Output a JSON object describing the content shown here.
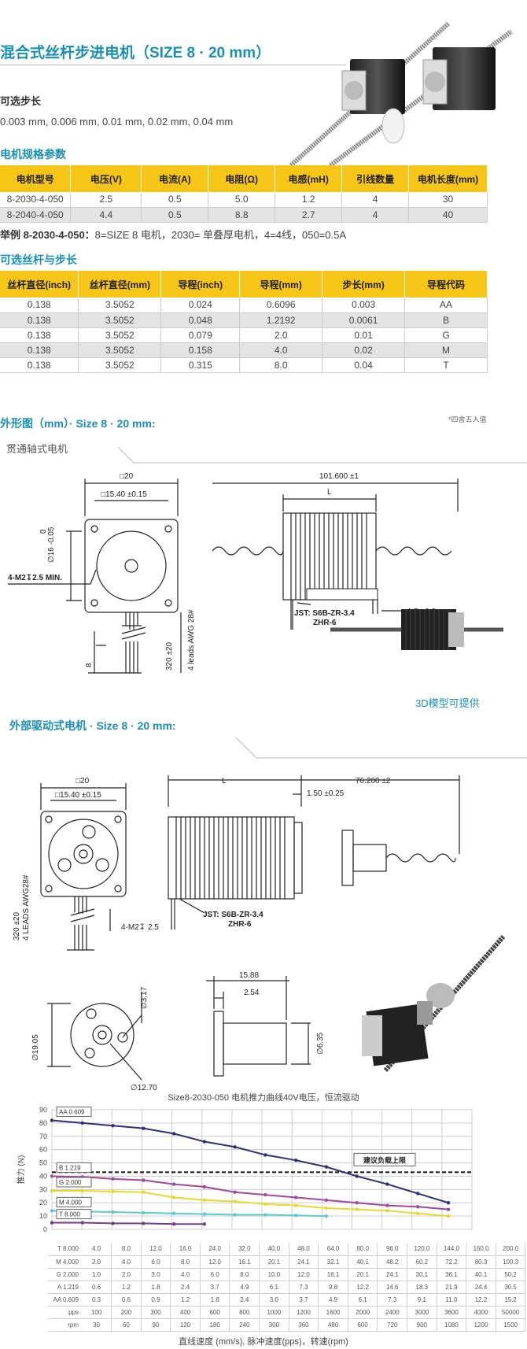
{
  "page_title": "混合式丝杆步进电机（SIZE 8 · 20 mm）",
  "optional_step": {
    "heading": "可选步长",
    "values": "0.003 mm, 0.006 mm, 0.01 mm, 0.02 mm, 0.04 mm"
  },
  "motor_specs": {
    "heading": "电机规格参数",
    "columns": [
      "电机型号",
      "电压(V)",
      "电流(A)",
      "电阻(Ω)",
      "电感(mH)",
      "引线数量",
      "电机长度(mm)"
    ],
    "rows": [
      [
        "8-2030-4-050",
        "2.5",
        "0.5",
        "5.0",
        "1.2",
        "4",
        "30"
      ],
      [
        "8-2040-4-050",
        "4.4",
        "0.5",
        "8.8",
        "2.7",
        "4",
        "40"
      ]
    ]
  },
  "example": {
    "label": "举例 8-2030-4-050：",
    "text": "8=SIZE 8 电机，2030= 单叠厚电机，4=4线，050=0.5A"
  },
  "screw_specs": {
    "heading": "可选丝杆与步长",
    "columns": [
      "丝杆直径(inch)",
      "丝杆直径(mm)",
      "导程(inch)",
      "导程(mm)",
      "步长(mm)",
      "导程代码"
    ],
    "rows": [
      [
        "0.138",
        "3.5052",
        "0.024",
        "0.6096",
        "0.003",
        "AA"
      ],
      [
        "0.138",
        "3.5052",
        "0.048",
        "1.2192",
        "0.0061",
        "B"
      ],
      [
        "0.138",
        "3.5052",
        "0.079",
        "2.0",
        "0.01",
        "G"
      ],
      [
        "0.138",
        "3.5052",
        "0.158",
        "4.0",
        "0.02",
        "M"
      ],
      [
        "0.138",
        "3.5052",
        "0.315",
        "8.0",
        "0.04",
        "T"
      ]
    ],
    "note": "*四舍五入值"
  },
  "outline": {
    "heading": "外形图（mm）· Size 8 · 20 mm:",
    "through_shaft_label": "贯通轴式电机",
    "model_note": "3D模型可提供",
    "external_heading": "外部驱动式电机 · Size 8 · 20 mm:",
    "dims": {
      "sq20": "□20",
      "sq1540": "□15.40 ±0.15",
      "dia16": "∅16  -0.05",
      "dia16_top": "0",
      "m2": "4-M2↧2.5 MIN.",
      "m2b": "4-M2↧ 2.5",
      "len320": "320 ±20",
      "awg": "4 leads AWG 28#",
      "awg2": "4 LEADS AWG28#",
      "eight": "8",
      "len101": "101.600 ±1",
      "L": "L",
      "l15": "1.5 ±0.2",
      "jst": "JST: S6B-ZR-3.4",
      "zhr": "ZHR-6",
      "len76": "76.200 ±2",
      "l150": "1.50 ±0.25",
      "d1588": "15.88",
      "d254": "2.54",
      "d635": "∅6.35",
      "d317": "∅3.17",
      "d1905": "∅19.05",
      "d1270": "∅12.70"
    }
  },
  "chart_data": {
    "type": "line",
    "title": "Size8-2030-050 电机推力曲线40V电压，恒流驱动",
    "ylabel": "推力 (N)",
    "xlabel": "直线速度 (mm/s), 脉冲速度(pps)，转速(rpm)",
    "ylim": [
      0,
      90
    ],
    "yticks": [
      "0",
      "10",
      "20",
      "30",
      "40",
      "50",
      "60",
      "70",
      "80",
      "90"
    ],
    "limit_label": "建议负载上限",
    "limit_value": 43,
    "x": [
      1,
      2,
      3,
      4,
      5,
      6,
      7,
      8,
      9,
      10,
      11,
      12,
      13,
      14
    ],
    "series": [
      {
        "name": "AA 0.609",
        "color": "#2e2f7a",
        "values": [
          82,
          80,
          78,
          76,
          72,
          66,
          62,
          56,
          52,
          47,
          40,
          34,
          27,
          20
        ]
      },
      {
        "name": "B 1.219",
        "color": "#a0489b",
        "values": [
          40,
          39.5,
          38,
          37,
          34,
          32,
          28,
          26,
          24,
          22,
          20,
          18,
          17,
          15
        ]
      },
      {
        "name": "G 2.000",
        "color": "#e8d82a",
        "values": [
          29,
          29,
          28.5,
          28,
          24,
          22,
          21,
          19,
          18,
          16,
          15,
          14,
          12,
          10
        ]
      },
      {
        "name": "M 4.000",
        "color": "#5bc8d8",
        "values": [
          14,
          13.5,
          13,
          12.5,
          12,
          11.5,
          11,
          11,
          10.5,
          10
        ]
      },
      {
        "name": "T 8.000",
        "color": "#7a3a8a",
        "values": [
          5,
          5,
          4.5,
          4.5,
          4,
          4
        ]
      }
    ],
    "table": {
      "rows": [
        {
          "label": "T 8.000",
          "cells": [
            "4.0",
            "8.0",
            "12.0",
            "16.0",
            "24.0",
            "32.0",
            "40.0",
            "48.0",
            "64.0",
            "80.0",
            "96.0",
            "120.0",
            "144.0",
            "160.0",
            "200.0"
          ]
        },
        {
          "label": "M 4.000",
          "cells": [
            "2.0",
            "4.0",
            "6.0",
            "8.0",
            "12.0",
            "16.1",
            "20.1",
            "24.1",
            "32.1",
            "40.1",
            "48.2",
            "60.2",
            "72.2",
            "80.3",
            "100.3"
          ]
        },
        {
          "label": "G 2.000",
          "cells": [
            "1.0",
            "2.0",
            "3.0",
            "4.0",
            "6.0",
            "8.0",
            "10.0",
            "12.0",
            "16.1",
            "20.1",
            "24.1",
            "30.1",
            "36.1",
            "40.1",
            "50.2"
          ]
        },
        {
          "label": "A 1.219",
          "cells": [
            "0.6",
            "1.2",
            "1.8",
            "2.4",
            "3.7",
            "4.9",
            "6.1",
            "7.3",
            "9.8",
            "12.2",
            "14.6",
            "18.3",
            "21.9",
            "24.4",
            "30.5"
          ]
        },
        {
          "label": "AA 0.609",
          "cells": [
            "0.3",
            "0.6",
            "0.9",
            "1.2",
            "1.8",
            "2.4",
            "3.0",
            "3.7",
            "4.9",
            "6.1",
            "7.3",
            "9.1",
            "11.0",
            "12.2",
            "15.2"
          ]
        },
        {
          "label": "pps",
          "cells": [
            "100",
            "200",
            "300",
            "400",
            "600",
            "800",
            "1000",
            "1200",
            "1600",
            "2000",
            "2400",
            "3000",
            "3600",
            "4000",
            "50000"
          ]
        },
        {
          "label": "rpm",
          "cells": [
            "30",
            "60",
            "90",
            "120",
            "180",
            "240",
            "300",
            "360",
            "480",
            "600",
            "720",
            "900",
            "1080",
            "1200",
            "1500"
          ]
        }
      ]
    }
  }
}
